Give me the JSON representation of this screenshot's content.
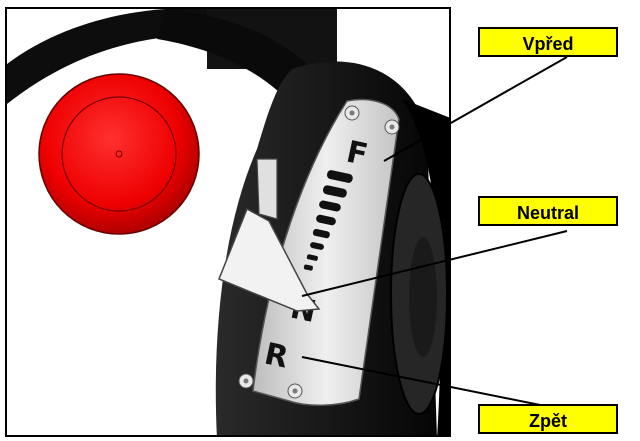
{
  "labels": {
    "forward": "Vpřed",
    "neutral": "Neutral",
    "reverse": "Zpět"
  },
  "plate_letters": {
    "forward": "F",
    "neutral": "N",
    "reverse": "R"
  },
  "colors": {
    "label_background": "#ffff00",
    "knob": "#ff0000",
    "housing": "#1a1a1a",
    "plate": "#d9d9d9"
  }
}
